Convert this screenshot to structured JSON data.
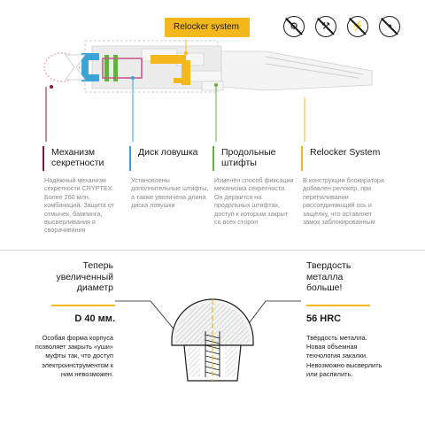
{
  "colors": {
    "accent_yellow": "#f3b81c",
    "mechanism_red": "#8b1a3a",
    "trap_blue": "#3aa3d8",
    "pins_green": "#5fb23c",
    "relocker_yellow": "#f3b81c",
    "divider": "#d0d0d0",
    "muted_text": "#8a8a8a"
  },
  "badge": {
    "label": "Relocker system"
  },
  "tool_icons": [
    {
      "icon": "drill-icon",
      "symbol": "⚙"
    },
    {
      "icon": "hammer-icon",
      "symbol": "⚒"
    },
    {
      "icon": "drill-gun-icon",
      "symbol": "⚡"
    },
    {
      "icon": "grinder-icon",
      "symbol": "◔"
    }
  ],
  "callouts": [
    {
      "title": "Механизм секретности",
      "color": "#8b1a3a",
      "text": "Надёжный механизм секретности CRYPTEX. Более 260 млн. комбинаций. Защита от отмычек, бампинга, высверливания и сворачивания"
    },
    {
      "title": "Диск ловушка",
      "color": "#3aa3d8",
      "text": "Установлены дополнительные штифты, а также увеличена длина диска ловушки"
    },
    {
      "title": "Продольные штифты",
      "color": "#5fb23c",
      "text": "Изменён способ фиксации механизма секретности. Он держится на продольных штифтах, доступ к которым закрыт со всех сторон"
    },
    {
      "title": "Relocker System",
      "color": "#f3b81c",
      "text": "В конструкции блокиратора добавлен релокер, при перепиливании рассоединяющий ось и защёлку, что оставляет замок заблокированным"
    }
  ],
  "left_section": {
    "heading_line1": "Теперь",
    "heading_line2": "увеличенный",
    "heading_line3": "диаметр",
    "value": "D 40 мм.",
    "body_line1": "Особая форма корпуса",
    "body_line2": "позволяет закрыть «уши»",
    "body_line3": "муфты так, что доступ",
    "body_line4": "электроинструментом к",
    "body_line5": "ним невозможен."
  },
  "right_section": {
    "heading_line1": "Твердость",
    "heading_line2": "металла",
    "heading_line3": "больше!",
    "value": "56 HRC",
    "body_line1": "Твёрдость металла.",
    "body_line2": "Новая объемная",
    "body_line3": "технология закалки.",
    "body_line4": "Невозможно высверлить",
    "body_line5": "или распилить."
  }
}
